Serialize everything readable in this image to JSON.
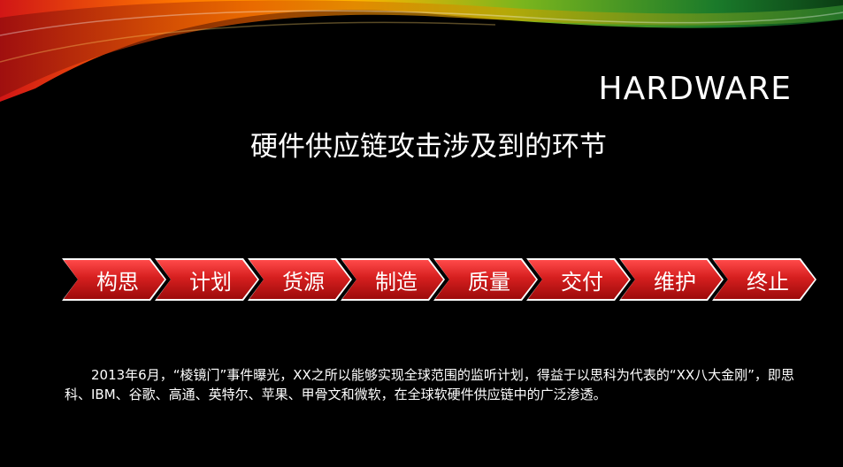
{
  "slide": {
    "title": "HARDWARE",
    "subtitle": "硬件供应链攻击涉及到的环节",
    "steps": [
      "构思",
      "计划",
      "货源",
      "制造",
      "质量",
      "交付",
      "维护",
      "终止"
    ],
    "paragraph": "2013年6月，“棱镜门”事件曝光，XX之所以能够实现全球范围的监听计划，得益于以思科为代表的“XX八大金刚”，即思科、IBM、谷歌、高通、英特尔、苹果、甲骨文和微软，在全球软硬件供应链中的广泛渗透。"
  },
  "colors": {
    "background": "#000000",
    "step_fill": "#d61f1f",
    "text": "#ffffff"
  }
}
